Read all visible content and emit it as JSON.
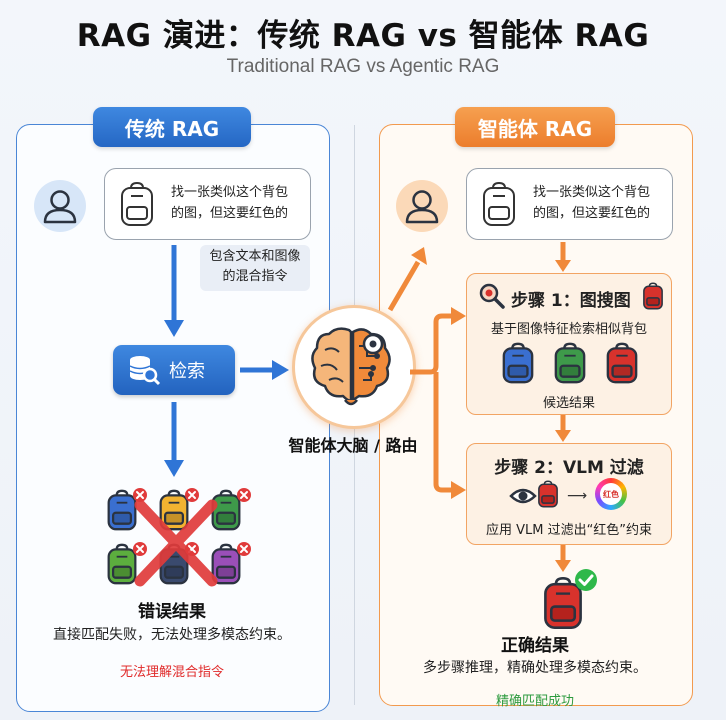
{
  "title": "RAG 演进：传统 RAG vs 智能体 RAG",
  "subtitle": "Traditional RAG vs Agentic RAG",
  "left": {
    "header": "传统 RAG",
    "query_line1": "找一张类似这个背包",
    "query_line2": "的图，但这要红色的",
    "note_line1": "包含文本和图像",
    "note_line2": "的混合指令",
    "retrieve_label": "检索",
    "result_title": "错误结果",
    "result_desc": "直接匹配失败，无法处理多模态约束。",
    "footer": "无法理解混合指令",
    "result_colors": [
      "#3a6fd0",
      "#f2b331",
      "#3e9a4a",
      "#5cae3e",
      "#3a4a6e",
      "#9a4fb8"
    ]
  },
  "center": {
    "brain_label": "智能体大脑 / 路由"
  },
  "right": {
    "header": "智能体 RAG",
    "query_line1": "找一张类似这个背包",
    "query_line2": "的图，但这要红色的",
    "step1_title": "步骤 1：图搜图",
    "step1_desc": "基于图像特征检索相似背包",
    "step1_candidates_label": "候选结果",
    "step1_colors": [
      "#3a6fd0",
      "#3e9a4a",
      "#d8322c"
    ],
    "step2_title": "步骤 2：VLM 过滤",
    "step2_color_label": "红色",
    "step2_desc": "应用 VLM 过滤出“红色”约束",
    "result_title": "正确结果",
    "result_desc": "多步骤推理，精确处理多模态约束。",
    "footer": "精确匹配成功",
    "result_color": "#d8322c"
  },
  "colors": {
    "blue": "#2f75d6",
    "orange": "#f0893a",
    "red_x": "#e03b3b",
    "green_check": "#2fb84a"
  }
}
